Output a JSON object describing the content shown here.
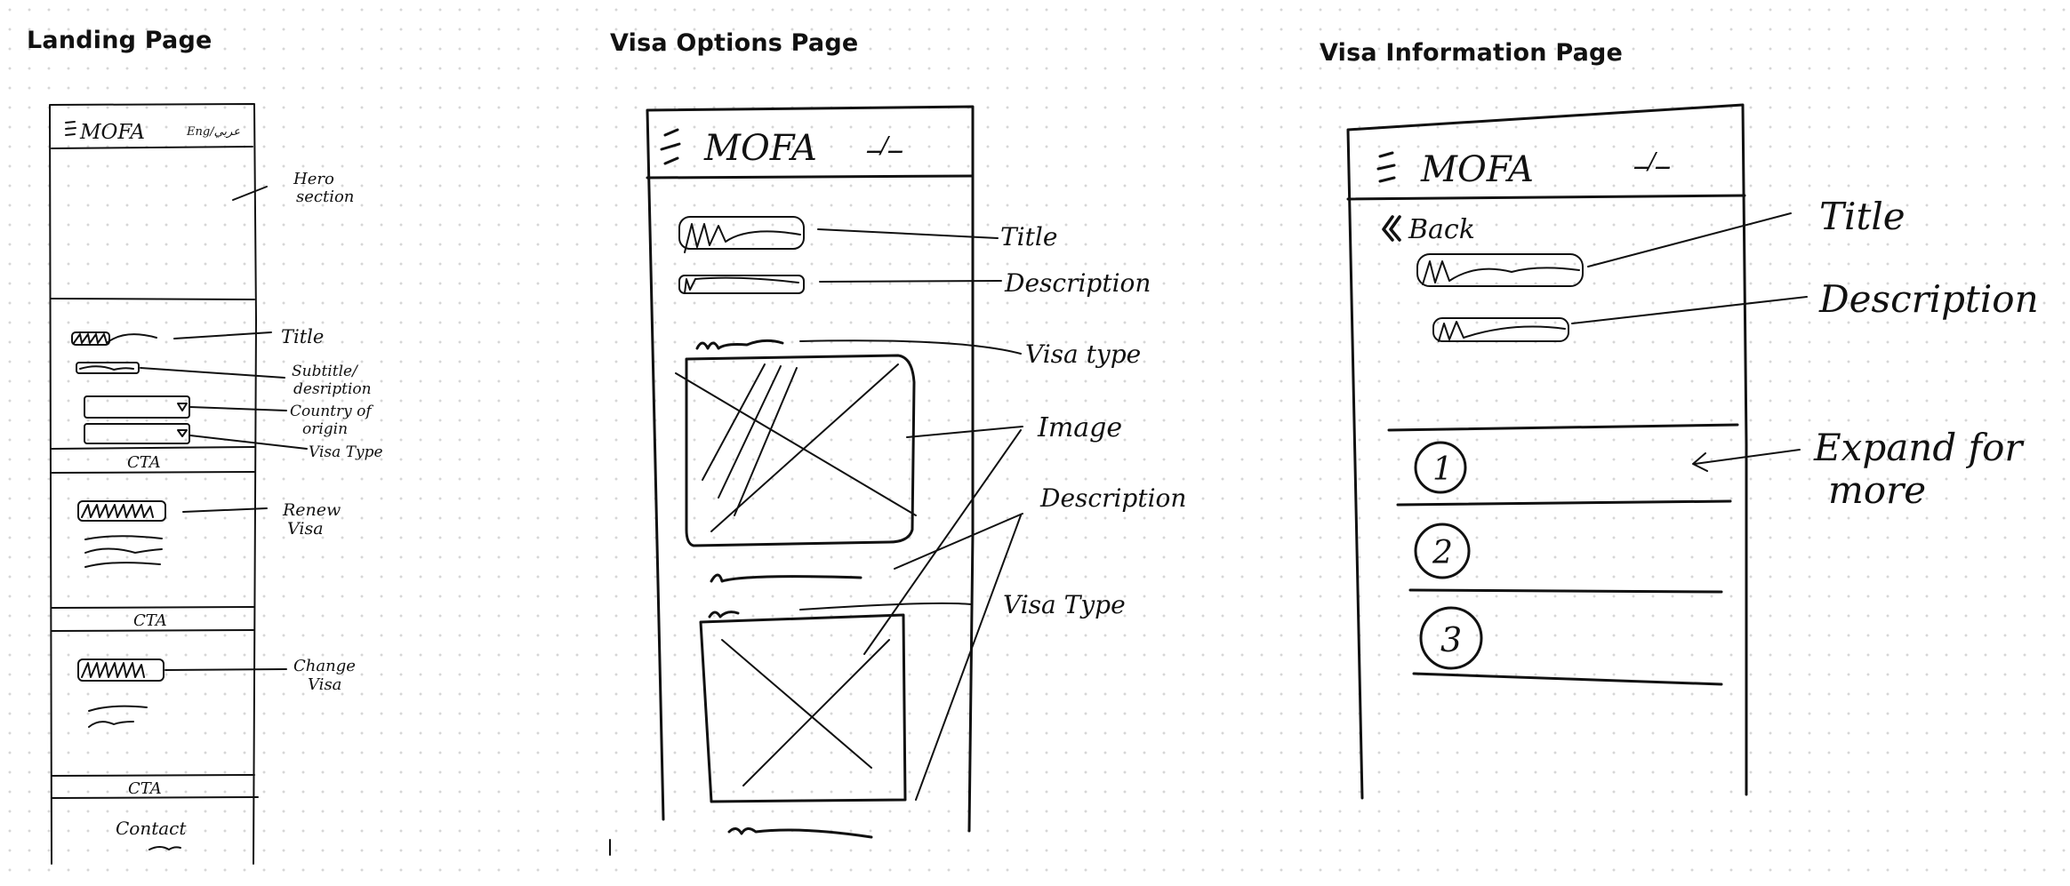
{
  "sections": {
    "landing": {
      "title": "Landing Page"
    },
    "visa_options": {
      "title": "Visa Options Page"
    },
    "visa_info": {
      "title": "Visa Information Page"
    }
  },
  "landing": {
    "logo": "MOFA",
    "lang": "Eng/عربي",
    "annotations": {
      "hero_1": "Hero",
      "hero_2": "section",
      "title": "Title",
      "subtitle_1": "Subtitle/",
      "subtitle_2": "desription",
      "country_1": "Country of",
      "country_2": "origin",
      "visa_type": "Visa Type",
      "renew_1": "Renew",
      "renew_2": "Visa",
      "change_1": "Change",
      "change_2": "Visa"
    },
    "cta_1": "CTA",
    "cta_2": "CTA",
    "cta_3": "CTA",
    "contact": "Contact"
  },
  "visa_options": {
    "logo": "MOFA",
    "lang": "ــ/ــ",
    "annotations": {
      "title": "Title",
      "description_1": "Description",
      "visa_type_1": "Visa type",
      "image": "Image",
      "description_2": "Description",
      "visa_type_2": "Visa Type"
    }
  },
  "visa_info": {
    "logo": "MOFA",
    "lang": "ــ/ــ",
    "back": "Back",
    "annotations": {
      "title": "Title",
      "description": "Description",
      "expand_1": "Expand for",
      "expand_2": "more"
    },
    "items": [
      "1",
      "2",
      "3"
    ]
  }
}
